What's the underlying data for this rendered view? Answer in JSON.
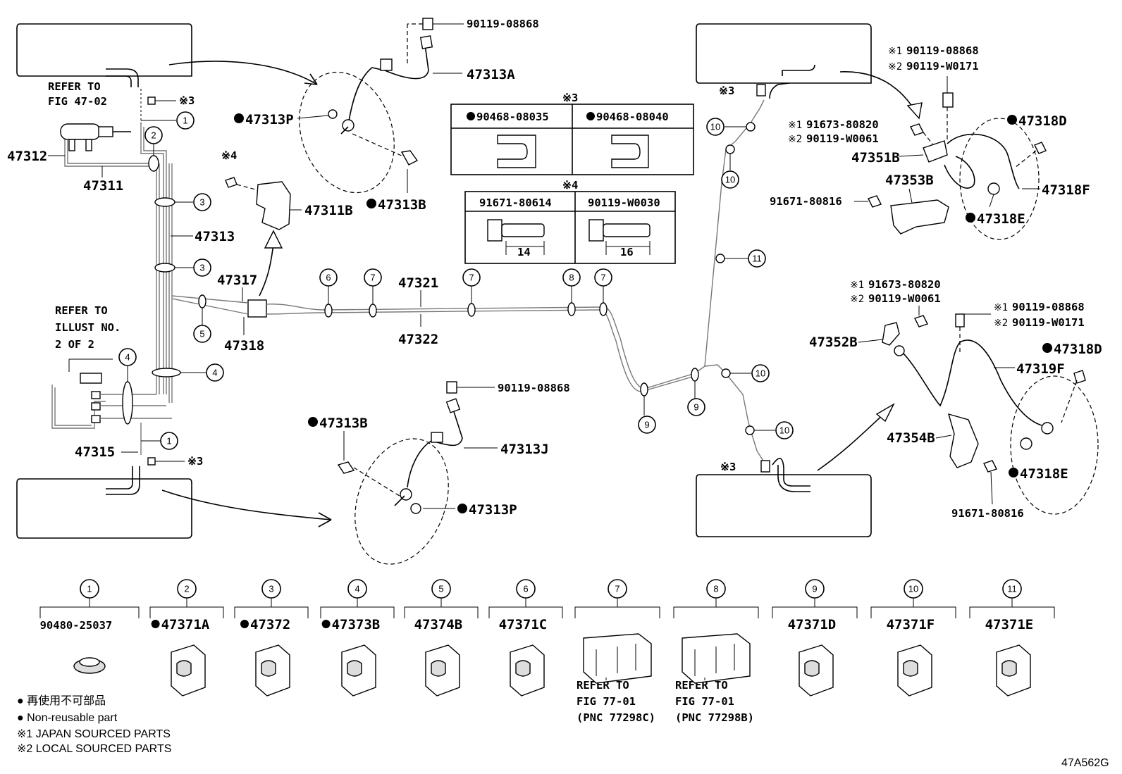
{
  "diagram_id": "47A562G",
  "refer_top": [
    "REFER TO",
    "FIG 47-02"
  ],
  "refer_illust": [
    "REFER TO",
    "ILLUST NO.",
    "2 OF 2"
  ],
  "symbols": {
    "dot": "●",
    "ref3": "※3",
    "ref4": "※4",
    "ref1": "※1",
    "ref2": "※2"
  },
  "labels": {
    "p47312": "47312",
    "p47311": "47311",
    "p47313": "47313",
    "p47311B": "47311B",
    "p47317": "47317",
    "p47318": "47318",
    "p47315": "47315",
    "p47321": "47321",
    "p47322": "47322",
    "p47313A": "47313A",
    "p47313P_top": "47313P",
    "p47313B_top": "47313B",
    "p90119_08868_top": "90119-08868",
    "p47313B_bot": "47313B",
    "p47313J": "47313J",
    "p47313P_bot": "47313P",
    "p90119_08868_mid": "90119-08868",
    "p47351B": "47351B",
    "p47353B": "47353B",
    "p47318D_top": "47318D",
    "p47318F": "47318F",
    "p47318E_top": "47318E",
    "p91671_80816_top": "91671-80816",
    "p47352B": "47352B",
    "p47354B": "47354B",
    "p47319F": "47319F",
    "p47318D_bot": "47318D",
    "p47318E_bot": "47318E",
    "p91671_80816_bot": "91671-80816",
    "r1_top": "90119-08868",
    "r2_top": "90119-W0171",
    "r1_91673_top": "91673-80820",
    "r2_90119_top": "90119-W0061",
    "r1_91673_mid": "91673-80820",
    "r2_90119_mid": "90119-W0061",
    "r1_mid": "90119-08868",
    "r2_mid": "90119-W0171"
  },
  "table3": {
    "mark": "※3",
    "col1": "90468-08035",
    "col2": "90468-08040"
  },
  "table4": {
    "mark": "※4",
    "col1": "91671-80614",
    "col2": "90119-W0030",
    "dim1": "14",
    "dim2": "16"
  },
  "callouts": [
    "1",
    "2",
    "3",
    "4",
    "5",
    "6",
    "7",
    "8",
    "9",
    "10",
    "11"
  ],
  "bottom_parts": [
    {
      "num": "1",
      "part": "90480-25037",
      "nonreusable": false
    },
    {
      "num": "2",
      "part": "47371A",
      "nonreusable": true
    },
    {
      "num": "3",
      "part": "47372",
      "nonreusable": true
    },
    {
      "num": "4",
      "part": "47373B",
      "nonreusable": true
    },
    {
      "num": "5",
      "part": "47374B",
      "nonreusable": false
    },
    {
      "num": "6",
      "part": "47371C",
      "nonreusable": false
    },
    {
      "num": "7",
      "part": "",
      "nonreusable": false,
      "note": [
        "REFER TO",
        "FIG 77-01",
        "(PNC 77298C)"
      ]
    },
    {
      "num": "8",
      "part": "",
      "nonreusable": false,
      "note": [
        "REFER TO",
        "FIG 77-01",
        "(PNC 77298B)"
      ]
    },
    {
      "num": "9",
      "part": "47371D",
      "nonreusable": false
    },
    {
      "num": "10",
      "part": "47371F",
      "nonreusable": false
    },
    {
      "num": "11",
      "part": "47371E",
      "nonreusable": false
    }
  ],
  "legend": {
    "jp": "● 再使用不可部品",
    "en": "● Non-reusable part",
    "note1": "※1 JAPAN SOURCED PARTS",
    "note2": "※2 LOCAL SOURCED PARTS"
  }
}
